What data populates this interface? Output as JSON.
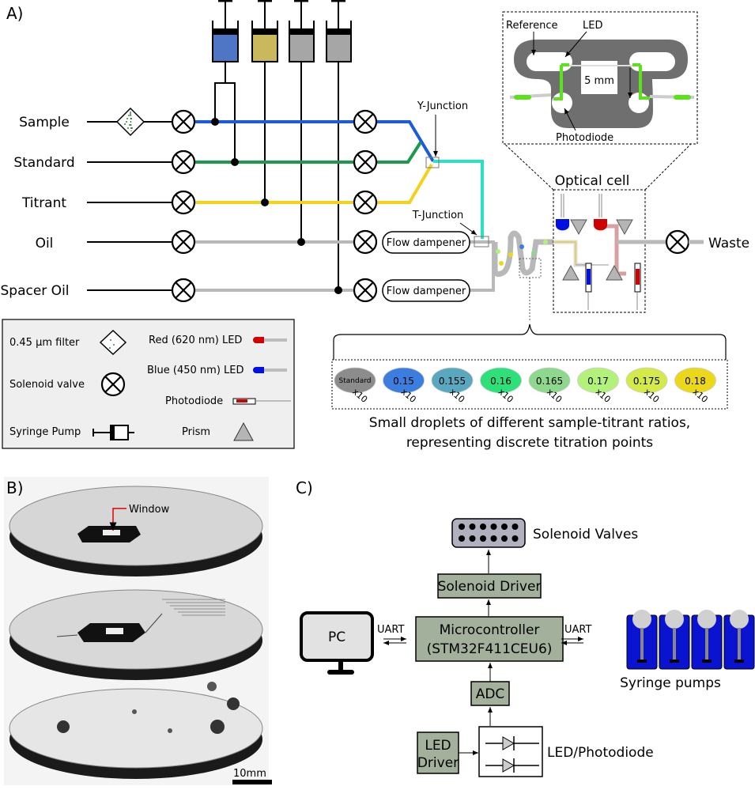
{
  "panels": {
    "a": "A)",
    "b": "B)",
    "c": "C)"
  },
  "panel_a": {
    "inlets": [
      {
        "name": "Sample",
        "color": "#1a5be0",
        "syringe_color": "#4f76c4"
      },
      {
        "name": "Standard",
        "color": "#1a9a4a",
        "syringe_color": "#c9b95c"
      },
      {
        "name": "Titrant",
        "color": "#f2d21b",
        "syringe_color": "#a6a6a6"
      },
      {
        "name": "Oil",
        "color": "#b8b8b8",
        "syringe_color": "#a6a6a6"
      },
      {
        "name": "Spacer Oil",
        "color": "#b8b8b8"
      }
    ],
    "y_junction_label": "Y-Junction",
    "t_junction_label": "T-Junction",
    "flow_dampener_labels": [
      "Flow dampener",
      "Flow dampener"
    ],
    "waste_label": "Waste",
    "optical_cell_label": "Optical cell",
    "inset": {
      "reference_label": "Reference",
      "led_label": "LED",
      "distance_label": "5 mm",
      "photodiode_label": "Photodiode"
    },
    "merged_color": "#2de0c0",
    "legend": {
      "filter": "0.45 µm filter",
      "valve": "Solenoid valve",
      "syringe": "Syringe Pump",
      "red_led": "Red (620 nm) LED",
      "blue_led": "Blue (450 nm) LED",
      "photodiode": "Photodiode",
      "prism": "Prism",
      "red_color": "#d00000",
      "blue_color": "#0010e0"
    },
    "droplets": [
      {
        "label": "Standard",
        "count": "x10",
        "color": "#8c8c8c"
      },
      {
        "label": "0.15",
        "count": "x10",
        "color": "#3b7ee0"
      },
      {
        "label": "0.155",
        "count": "x10",
        "color": "#5aa8c0"
      },
      {
        "label": "0.16",
        "count": "x10",
        "color": "#2ee07a"
      },
      {
        "label": "0.165",
        "count": "x10",
        "color": "#8ed88e"
      },
      {
        "label": "0.17",
        "count": "x10",
        "color": "#b2f27a"
      },
      {
        "label": "0.175",
        "count": "x10",
        "color": "#d4ea4a"
      },
      {
        "label": "0.18",
        "count": "x10",
        "color": "#ecd81a"
      }
    ],
    "droplet_caption_1": "Small droplets of different sample-titrant ratios,",
    "droplet_caption_2": "representing discrete titration points"
  },
  "panel_b": {
    "window_label": "Window",
    "scale_label": "10mm"
  },
  "panel_c": {
    "solenoid_valves": "Solenoid Valves",
    "solenoid_driver": "Solenoid Driver",
    "microcontroller_1": "Microcontroller",
    "microcontroller_2": "(STM32F411CEU6)",
    "pc": "PC",
    "uart_left": "UART",
    "uart_right": "UART",
    "syringe_pumps": "Syringe pumps",
    "adc": "ADC",
    "led_driver_1": "LED",
    "led_driver_2": "Driver",
    "led_photodiode": "LED/Photodiode",
    "box_color": "#a3b09b",
    "pump_color": "#0a14d0"
  }
}
